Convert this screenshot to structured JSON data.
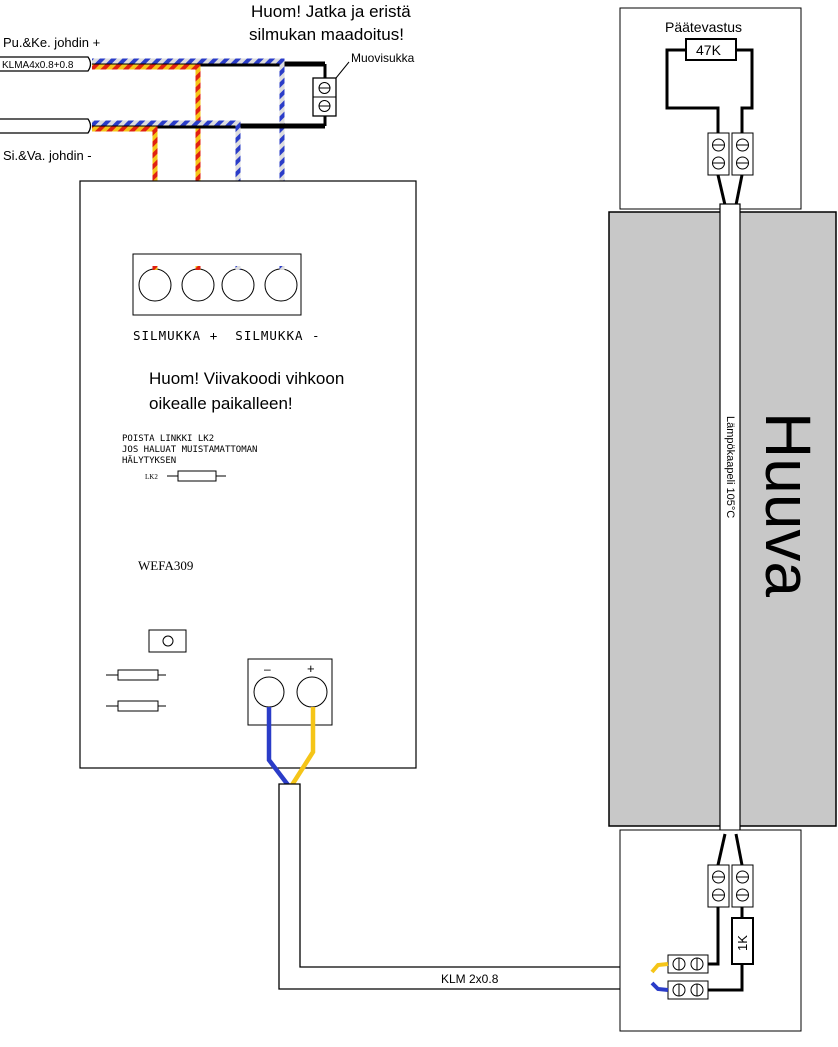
{
  "notes": {
    "ground_note_line1": "Huom! Jatka ja eristä",
    "ground_note_line2": "silmukan maadoitus!",
    "barcode_note_line1": "Huom! Viivakoodi vihkoon",
    "barcode_note_line2": "oikealle paikalleen!"
  },
  "cables": {
    "plus_wire": "Pu.&Ke. johdin +",
    "minus_wire": "Si.&Va. johdin -",
    "loop_cable": "KLMA4x0.8+0.8",
    "sensor_cable": "KLM 2x0.8",
    "plastic_sleeve": "Muovisukka"
  },
  "module": {
    "loop_terminals_label": "SILMUKKA +  SILMUKKA -",
    "link_text_line1": "POISTA LINKKI LK2",
    "link_text_line2": "JOS HALUAT MUISTAMATTOMAN",
    "link_text_line3": "HÄLYTYKSEN",
    "lk2": "LK2",
    "model": "WEFA309",
    "minus_sign": "–",
    "plus_sign": "+"
  },
  "hood": {
    "name": "Huuva",
    "heat_cable": "Lämpökaapeli 105°C"
  },
  "end_box": {
    "title": "Päätevastus",
    "resistor_value": "47K"
  },
  "bottom_box": {
    "resistor_value": "1K"
  },
  "colors": {
    "yellow": "#f5c518",
    "red": "#e02010",
    "blue": "#2a3cc8",
    "grey_hood": "#c8c8c8"
  }
}
